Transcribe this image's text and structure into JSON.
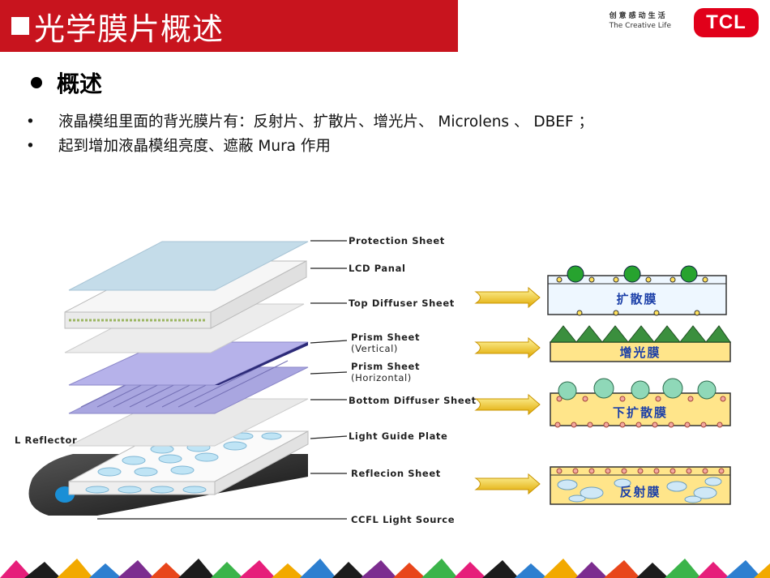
{
  "header": {
    "title": "光学膜片概述",
    "brand_cn": "创意感动生活",
    "brand_en": "The Creative Life",
    "logo": "TCL"
  },
  "section": {
    "heading": "概述"
  },
  "bullets": [
    {
      "marker": "•",
      "text": "液晶模组里面的背光膜片有：反射片、扩散片、增光片、 Microlens 、 DBEF ；"
    },
    {
      "marker": "•",
      "text": "起到增加液晶模组亮度、遮蔽 Mura 作用"
    }
  ],
  "diagram": {
    "layers": [
      "Protection Sheet",
      "LCD Panal",
      "Top Diffuser Sheet",
      "Prism Sheet",
      "(Vertical)",
      "Prism Sheet",
      "(Horizontal)",
      "Bottom Diffuser Sheet",
      "Light Guide Plate",
      "Reflecion Sheet",
      "CCFL Light Source"
    ],
    "reflector_label": "L  Reflector",
    "films": [
      "扩散膜",
      "增光膜",
      "下扩散膜",
      "反射膜"
    ]
  },
  "colors": {
    "title_bg": "#c8141e",
    "logo_bg": "#e1001a",
    "film_yellow": "#ffe58a",
    "film_blue_text": "#1b3fa8"
  }
}
